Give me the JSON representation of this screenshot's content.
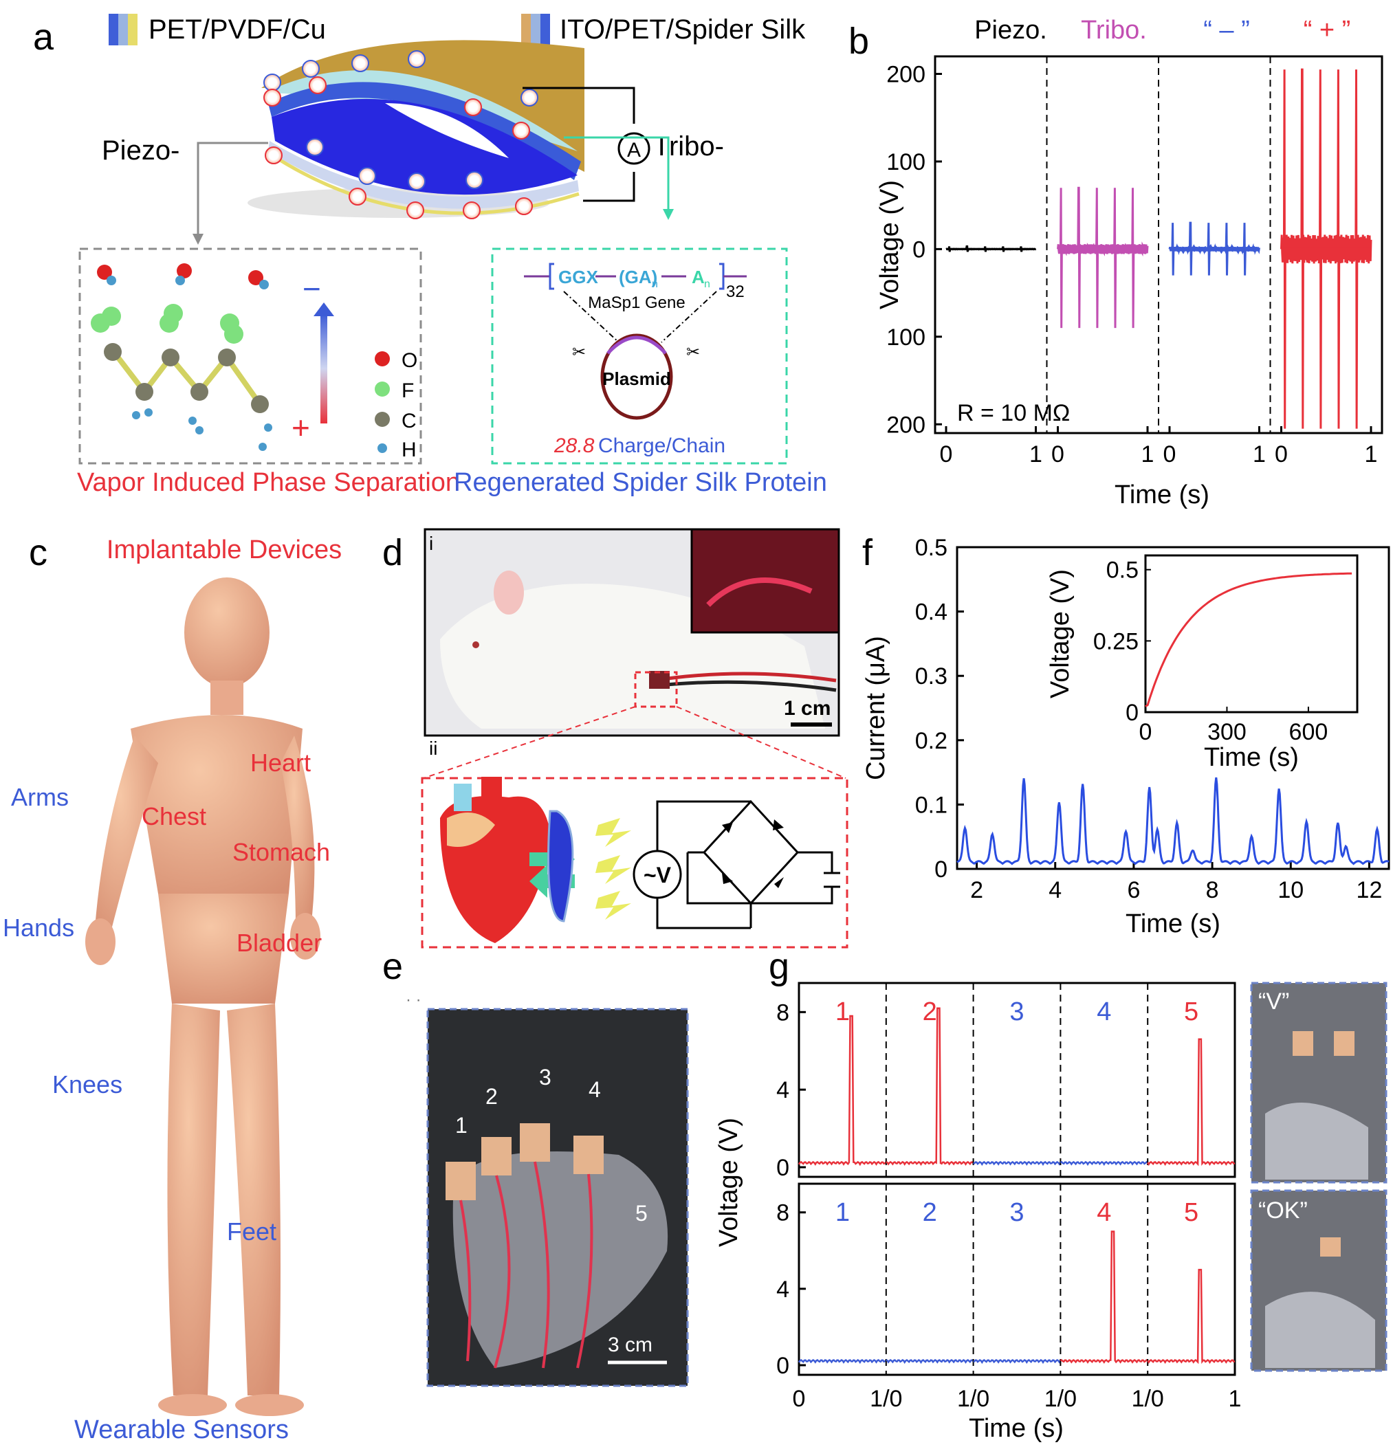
{
  "panel_labels": {
    "a": "a",
    "b": "b",
    "c": "c",
    "d": "d",
    "e": "e",
    "f": "f",
    "g": "g"
  },
  "panel_a": {
    "legend_left": "PET/PVDF/Cu",
    "legend_right": "ITO/PET/Spider Silk",
    "piezo_label": "Piezo-",
    "tribo_label": "Tribo-",
    "ammeter": "A",
    "minus_sign": "−",
    "plus_sign": "+",
    "atom_legend": [
      "O",
      "F",
      "C",
      "H"
    ],
    "gene_left": "GGX",
    "gene_mid": "(GA)",
    "gene_sub_n1": "n",
    "gene_right": "A",
    "gene_sub_n2": "n",
    "gene_repeat": "32",
    "gene_name": "MaSp1 Gene",
    "plasmid": "Plasmid",
    "charge_value": "28.8",
    "charge_text": "Charge/Chain",
    "caption_left": "Vapor Induced Phase Separation",
    "caption_right": "Regenerated Spider Silk Protein",
    "colors": {
      "legend_blue": "#3f5fd8",
      "legend_yellow": "#e6dc6a",
      "legend_tan": "#d9a866",
      "blue_layer": "#2828e0",
      "red": "#e8313a"
    }
  },
  "panel_b_chart": {
    "type": "line",
    "ylabel": "Voltage (V)",
    "xlabel": "Time (s)",
    "yticks": [
      "200",
      "100",
      "0",
      "100",
      "200"
    ],
    "ylim": [
      -210,
      220
    ],
    "annotation": "R = 10 MΩ",
    "segments": [
      {
        "name": "Piezo.",
        "color": "#000000",
        "amplitude_pos": 3,
        "amplitude_neg": -3,
        "x_ticks": [
          "0",
          "1"
        ]
      },
      {
        "name": "Tribo.",
        "color": "#c24fb2",
        "amplitude_pos": 70,
        "amplitude_neg": -90,
        "x_ticks": [
          "0",
          "1"
        ]
      },
      {
        "name": "“ – ”",
        "color": "#3c5bd6",
        "amplitude_pos": 30,
        "amplitude_neg": -30,
        "x_ticks": [
          "0",
          "1"
        ]
      },
      {
        "name": "“ + ”",
        "color": "#e8313a",
        "amplitude_pos": 205,
        "amplitude_neg": -205,
        "x_ticks": [
          "0",
          "1"
        ]
      }
    ]
  },
  "panel_c": {
    "title": "Implantable Devices",
    "footer": "Wearable Sensors",
    "labels_red": [
      "Heart",
      "Chest",
      "Stomach",
      "Bladder"
    ],
    "labels_blue": [
      "Arms",
      "Hands",
      "Knees",
      "Feet"
    ]
  },
  "panel_d": {
    "sub_i": "i",
    "sub_ii": "ii",
    "scale": "1 cm",
    "source": "~V"
  },
  "panel_e": {
    "finger_numbers": [
      "1",
      "2",
      "3",
      "4",
      "5"
    ],
    "scale": "3 cm"
  },
  "panel_f_chart": {
    "type": "line",
    "ylabel": "Current (μA)",
    "xlabel": "Time (s)",
    "yticks": [
      "0",
      "0.1",
      "0.2",
      "0.3",
      "0.4",
      "0.5"
    ],
    "xticks": [
      "2",
      "4",
      "6",
      "8",
      "10",
      "12"
    ],
    "ylim": [
      0,
      0.5
    ],
    "xlim": [
      1.5,
      12.5
    ],
    "peaks_x": [
      1.7,
      2.4,
      3.2,
      4.1,
      4.7,
      5.8,
      6.4,
      6.6,
      7.1,
      7.5,
      8.1,
      9.0,
      9.7,
      10.4,
      11.2,
      11.4,
      12.2
    ],
    "peaks_y": [
      0.055,
      0.045,
      0.13,
      0.095,
      0.12,
      0.05,
      0.115,
      0.05,
      0.06,
      0.02,
      0.13,
      0.04,
      0.115,
      0.065,
      0.06,
      0.025,
      0.05
    ],
    "color": "#2a4de0",
    "inset": {
      "ylabel": "Voltage (V)",
      "xlabel": "Time (s)",
      "yticks": [
        "0",
        "0.25",
        "0.5"
      ],
      "xticks": [
        "0",
        "300",
        "600"
      ],
      "xlim": [
        0,
        780
      ],
      "ylim": [
        0,
        0.55
      ],
      "plateau": 0.49,
      "tau": 150,
      "color": "#e8313a"
    }
  },
  "panel_g_chart": {
    "type": "line",
    "ylabel": "Voltage (V)",
    "xlabel": "Time (s)",
    "yticks": [
      "0",
      "4",
      "8"
    ],
    "ylim": [
      0,
      9.5
    ],
    "xticks": [
      "0",
      "1/0",
      "1/0",
      "1/0",
      "1/0",
      "1"
    ],
    "top": {
      "numbers": [
        "1",
        "2",
        "3",
        "4",
        "5"
      ],
      "active": [
        true,
        true,
        false,
        false,
        true
      ],
      "peaks": [
        7.8,
        8.2,
        0,
        0,
        6.6
      ]
    },
    "bottom": {
      "numbers": [
        "1",
        "2",
        "3",
        "4",
        "5"
      ],
      "active": [
        false,
        false,
        false,
        true,
        true
      ],
      "peaks": [
        0,
        0,
        0,
        7.0,
        5.0
      ]
    },
    "colors": {
      "active": "#e8313a",
      "inactive": "#3c5bd6"
    },
    "photo_labels": [
      "“V”",
      "“OK”"
    ]
  }
}
